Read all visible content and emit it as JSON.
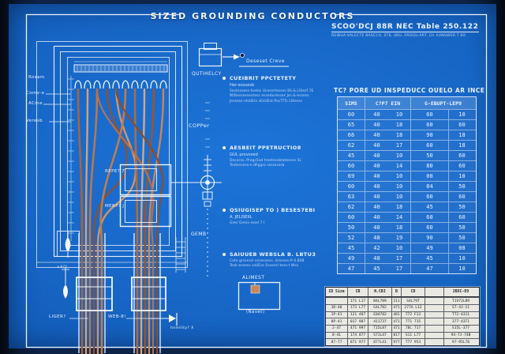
{
  "title": "SIZED GROUNDING CONDUCTORS",
  "palette": {
    "blueprint_blue": "#1766c6",
    "line_white": "#e9f1fb",
    "copper": "#b5714a",
    "paper_table_bg": "#e9e9e2"
  },
  "top_right": {
    "heading": "SCOO'DCJ 88R NEC Table 250.122",
    "sub": "REIBUA-VALECTE BASCCA, STIL UBU..FROGU.ART..CH AUNSWER.T 8O"
  },
  "right_panel": {
    "caption": "TC? PORE UD INSPEDUCC OUELO AR INCE",
    "table": {
      "headers": [
        "SIMS",
        "C?P7 EIN",
        "G-EBUPT-LEP9"
      ],
      "rows": [
        [
          "60",
          "40",
          "10",
          "60",
          "10"
        ],
        [
          "65",
          "40",
          "18",
          "60",
          "60"
        ],
        [
          "66",
          "40",
          "18",
          "90",
          "18"
        ],
        [
          "62",
          "40",
          "17",
          "60",
          "18"
        ],
        [
          "45",
          "40",
          "10",
          "50",
          "60"
        ],
        [
          "60",
          "40",
          "14",
          "80",
          "60"
        ],
        [
          "69",
          "40",
          "10",
          "00",
          "10"
        ],
        [
          "60",
          "40",
          "10",
          "84",
          "50"
        ],
        [
          "63",
          "40",
          "10",
          "60",
          "60"
        ],
        [
          "62",
          "40",
          "18",
          "45",
          "50"
        ],
        [
          "60",
          "40",
          "14",
          "60",
          "60"
        ],
        [
          "50",
          "40",
          "18",
          "60",
          "50"
        ],
        [
          "52",
          "48",
          "19",
          "90",
          "50"
        ],
        [
          "45",
          "42",
          "10",
          "49",
          "08"
        ],
        [
          "49",
          "48",
          "17",
          "45",
          "10"
        ],
        [
          "47",
          "45",
          "17",
          "47",
          "10"
        ]
      ]
    }
  },
  "notes": [
    {
      "heading": "CUEIBRIT PPCTETETY",
      "sub": "Her-esssesb",
      "body1": "Sestessess-tseles Ucessrtesses 8S.&.LStssf 7E",
      "body2": "WStessessestess esseduresses Jss.&-essess",
      "body3": "Jessess-stsUEts sEsUEst-PssTTTs LStssss"
    },
    {
      "heading": "AESBEIT PPETRUCTIO8",
      "sub": "GUL provssed",
      "body1": "Decorss..Pregs5od treetessblatesses 5L",
      "body2": "Testessess-s-dFggss ssssssssb",
      "body3": ""
    },
    {
      "heading": "QSIUGISEP TO ) BESES7EBI",
      "sub": "A. JELISEIIL",
      "body1": "Gres Gress-ssed 7 I",
      "body2": "",
      "body3": ""
    },
    {
      "heading": "SAIUUEB WEBSLA B. LBTU3",
      "sub": "",
      "body1": "Cote grssessl essessess..dresses-P-4.B08",
      "body2": "Tesk-essess ssUEss  Sssessl tess-t Wss",
      "body3": ""
    }
  ],
  "diagram": {
    "left_labels": [
      "Rosam",
      "Comv-e",
      "ACme",
      "Veresb"
    ],
    "output_label": "QUTIHELCY",
    "breaker_callout": "Deseset Creve",
    "copper_label": "COPPer",
    "gemb_label": "GEMB",
    "detail_label_top": "REPE? 7",
    "detail_label_bottom": "MEBP? J",
    "aliment_label": "ALIMEST",
    "never_label": "(Navet)",
    "ground_note": "hnmility? X",
    "conduit_label_left": "LIGER?",
    "conduit_label_right": "WEB-8!",
    "electrode_tick_label": "+A??"
  },
  "bottom_table": {
    "headers": [
      "ID Size",
      "CB",
      "N.CBI",
      "B",
      "CD",
      "",
      "2BXC-E9"
    ],
    "rows": [
      [
        "",
        "171 L17",
        "B4L789",
        "211",
        "S4L79T",
        "",
        "T1V72L89"
      ],
      [
        "1D-40",
        "173 L77",
        "G4L782",
        "471",
        "277A L12",
        "",
        "S7-4J-11"
      ],
      [
        "1P-41",
        "121 487",
        "E84782",
        "481",
        "T72 F13",
        "",
        "T72-4311"
      ],
      [
        "8P-41",
        "017 987",
        "411737",
        "471",
        "771 715",
        "",
        "377-43T1"
      ],
      [
        "2-47",
        "471 997",
        "T15L87",
        "471",
        "78L 717",
        "",
        "S15L-377"
      ],
      [
        "8-41",
        "174 877",
        "S7JL47",
        "817",
        "S11 L77",
        "",
        "94-7J-74B"
      ],
      [
        "87-77",
        "871 977",
        "877L41",
        "977",
        "T77 953",
        "",
        "97-95L78"
      ]
    ]
  }
}
